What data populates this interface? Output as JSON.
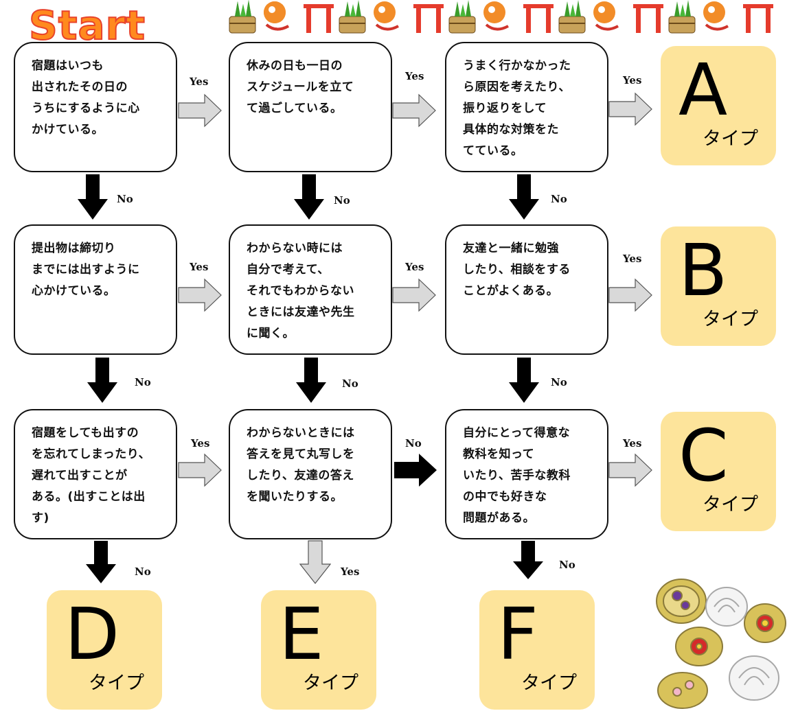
{
  "start_title": "Start",
  "labels": {
    "yes": "Yes",
    "no": "No"
  },
  "questions": {
    "q1": "宿題はいつも\n出されたその日の\nうちにするように心\nかけている。",
    "q2": "休みの日も一日の\nスケジュールを立て\nて過ごしている。",
    "q3": "うまく行かなかった\nら原因を考えたり、\n振り返りをして\n具体的な対策をた\nてている。",
    "q4": "提出物は締切り\nまでには出すように\n心かけている。",
    "q5": "わからない時には\n自分で考えて、\nそれでもわからない\nときには友達や先生\nに聞く。",
    "q6": "友達と一緒に勉強\nしたり、相談をする\nことがよくある。",
    "q7": "宿題をしても出すの\nを忘れてしまったり、\n遅れて出すことが\nある。(出すことは出\nす)",
    "q8": "わからないときには\n答えを見て丸写しを\nしたり、友達の答え\nを聞いたりする。",
    "q9": "自分にとって得意な\n教科を知って\nいたり、苦手な教科\nの中でも好きな\n問題がある。"
  },
  "results": {
    "A": {
      "letter": "A",
      "type": "タイプ"
    },
    "B": {
      "letter": "B",
      "type": "タイプ"
    },
    "C": {
      "letter": "C",
      "type": "タイプ"
    },
    "D": {
      "letter": "D",
      "type": "タイプ"
    },
    "E": {
      "letter": "E",
      "type": "タイプ"
    },
    "F": {
      "letter": "F",
      "type": "タイプ"
    }
  },
  "colors": {
    "title": "#ff8a1e",
    "result_bg": "#fde49b",
    "arrow_black": "#000000",
    "arrow_gray": "#d9d9d9"
  },
  "icons": {
    "decoration_top": "new-year-kadomatsu-torii-lion-dance-icons",
    "decoration_bottom": "clam-shells-icon"
  }
}
